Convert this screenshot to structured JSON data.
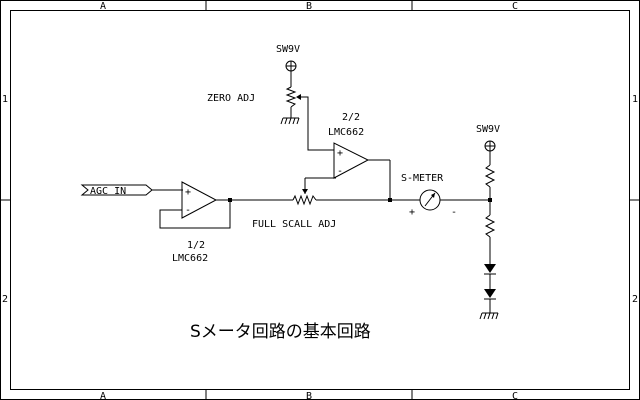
{
  "frame": {
    "col_labels": [
      "A",
      "B",
      "C"
    ],
    "row_labels": [
      "1",
      "2"
    ]
  },
  "labels": {
    "sw9v_top": "SW9V",
    "sw9v_right": "SW9V",
    "zero_adj": "ZERO ADJ",
    "u2_half": "2/2",
    "u2_part": "LMC662",
    "agc_in": "AGC IN",
    "u1_half": "1/2",
    "u1_part": "LMC662",
    "full_scale_adj": "FULL SCALL ADJ",
    "s_meter": "S-METER",
    "plus": "+",
    "minus": "-",
    "opamp_plus": "+",
    "opamp_minus": "-"
  },
  "title": "Sメータ回路の基本回路"
}
